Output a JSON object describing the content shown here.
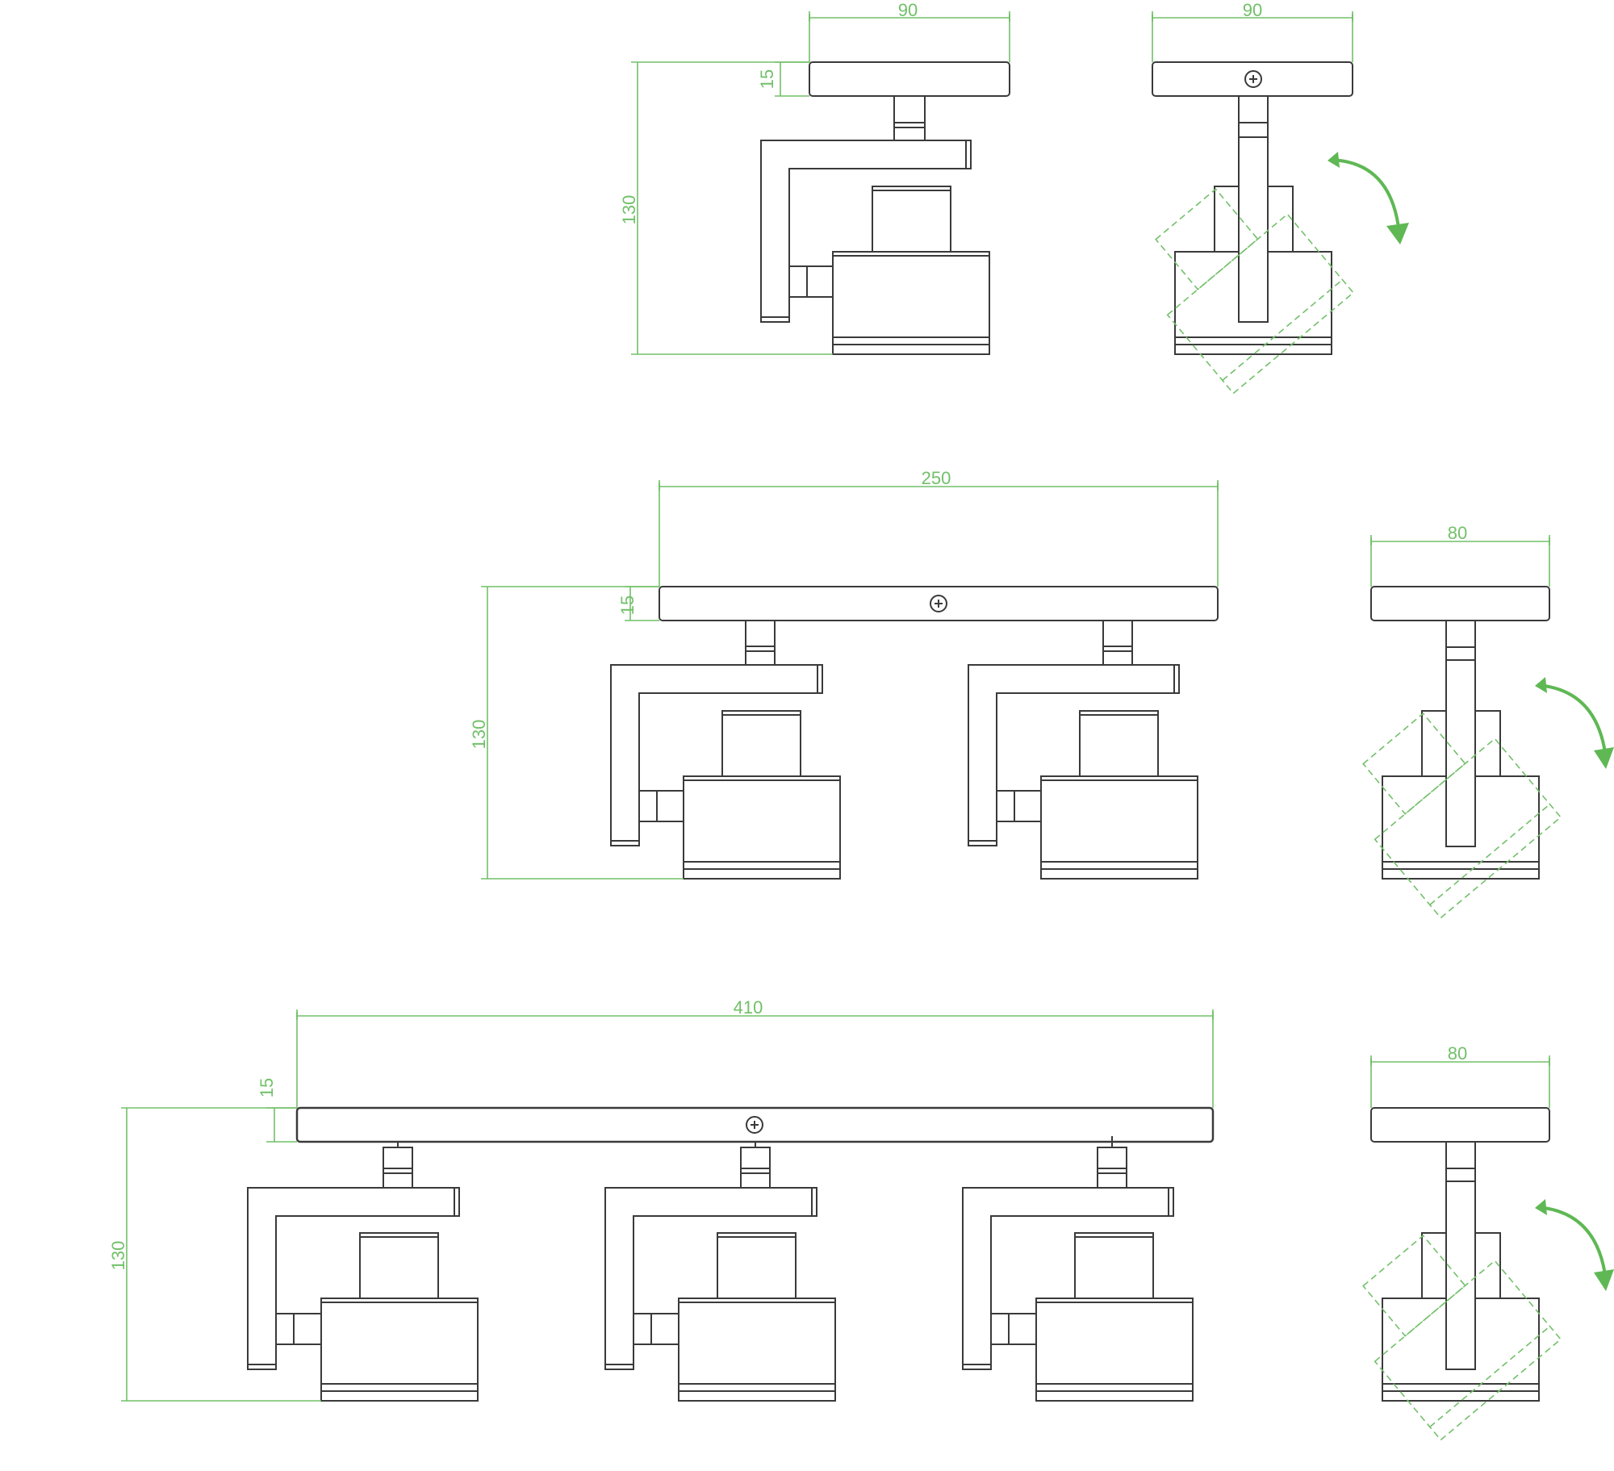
{
  "colors": {
    "dimension": "#72c069",
    "outline": "#3a3a3a",
    "arrow": "#5fb854",
    "background": "#ffffff"
  },
  "icons": {
    "screw": "screw-icon",
    "rotation": "rotation-arrow-icon"
  },
  "views": {
    "single": {
      "front": {
        "width_label": "90",
        "plate_height_label": "15",
        "total_height_label": "130"
      },
      "side": {
        "width_label": "90"
      }
    },
    "double": {
      "front": {
        "width_label": "250",
        "plate_height_label": "15",
        "total_height_label": "130"
      },
      "side": {
        "width_label": "80"
      }
    },
    "triple": {
      "front": {
        "width_label": "410",
        "plate_height_label": "15",
        "total_height_label": "130"
      },
      "side": {
        "width_label": "80"
      }
    }
  }
}
